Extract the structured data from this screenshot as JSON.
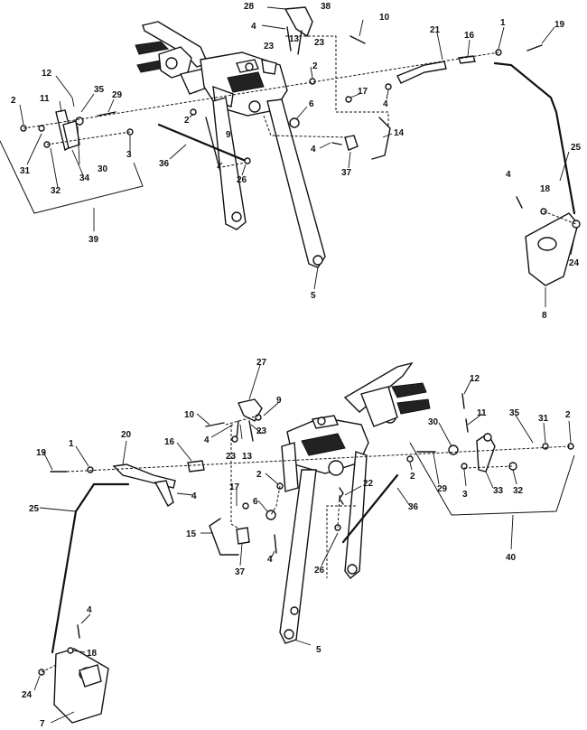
{
  "callouts_top": [
    {
      "id": "c-top-28",
      "text": "28"
    },
    {
      "id": "c-top-38",
      "text": "38"
    },
    {
      "id": "c-top-10",
      "text": "10"
    },
    {
      "id": "c-top-4a",
      "text": "4"
    },
    {
      "id": "c-top-13",
      "text": "13"
    },
    {
      "id": "c-top-23a",
      "text": "23"
    },
    {
      "id": "c-top-23b",
      "text": "23"
    },
    {
      "id": "c-top-21",
      "text": "21"
    },
    {
      "id": "c-top-16",
      "text": "16"
    },
    {
      "id": "c-top-1",
      "text": "1"
    },
    {
      "id": "c-top-19",
      "text": "19"
    },
    {
      "id": "c-top-12",
      "text": "12"
    },
    {
      "id": "c-top-2a",
      "text": "2"
    },
    {
      "id": "c-top-17",
      "text": "17"
    },
    {
      "id": "c-top-4b",
      "text": "4"
    },
    {
      "id": "c-top-35",
      "text": "35"
    },
    {
      "id": "c-top-11",
      "text": "11"
    },
    {
      "id": "c-top-29",
      "text": "29"
    },
    {
      "id": "c-top-2b",
      "text": "2"
    },
    {
      "id": "c-top-2c",
      "text": "2"
    },
    {
      "id": "c-top-6",
      "text": "6"
    },
    {
      "id": "c-top-14",
      "text": "14"
    },
    {
      "id": "c-top-9",
      "text": "9"
    },
    {
      "id": "c-top-3",
      "text": "3"
    },
    {
      "id": "c-top-4c",
      "text": "4"
    },
    {
      "id": "c-top-37",
      "text": "37"
    },
    {
      "id": "c-top-31",
      "text": "31"
    },
    {
      "id": "c-top-30",
      "text": "30"
    },
    {
      "id": "c-top-34",
      "text": "34"
    },
    {
      "id": "c-top-32",
      "text": "32"
    },
    {
      "id": "c-top-36",
      "text": "36"
    },
    {
      "id": "c-top-26",
      "text": "26"
    },
    {
      "id": "c-top-25",
      "text": "25"
    },
    {
      "id": "c-top-4d",
      "text": "4"
    },
    {
      "id": "c-top-18",
      "text": "18"
    },
    {
      "id": "c-top-39",
      "text": "39"
    },
    {
      "id": "c-top-24",
      "text": "24"
    },
    {
      "id": "c-top-5",
      "text": "5"
    },
    {
      "id": "c-top-8",
      "text": "8"
    }
  ],
  "callouts_bottom": [
    {
      "id": "c-bot-27",
      "text": "27"
    },
    {
      "id": "c-bot-12",
      "text": "12"
    },
    {
      "id": "c-bot-9",
      "text": "9"
    },
    {
      "id": "c-bot-10",
      "text": "10"
    },
    {
      "id": "c-bot-4a",
      "text": "4"
    },
    {
      "id": "c-bot-11",
      "text": "11"
    },
    {
      "id": "c-bot-23a",
      "text": "23"
    },
    {
      "id": "c-bot-13",
      "text": "13"
    },
    {
      "id": "c-bot-23b",
      "text": "23"
    },
    {
      "id": "c-bot-30",
      "text": "30"
    },
    {
      "id": "c-bot-35",
      "text": "35"
    },
    {
      "id": "c-bot-31",
      "text": "31"
    },
    {
      "id": "c-bot-2a",
      "text": "2"
    },
    {
      "id": "c-bot-1",
      "text": "1"
    },
    {
      "id": "c-bot-20",
      "text": "20"
    },
    {
      "id": "c-bot-16",
      "text": "16"
    },
    {
      "id": "c-bot-19",
      "text": "19"
    },
    {
      "id": "c-bot-2b",
      "text": "2"
    },
    {
      "id": "c-bot-29",
      "text": "29"
    },
    {
      "id": "c-bot-3",
      "text": "3"
    },
    {
      "id": "c-bot-33",
      "text": "33"
    },
    {
      "id": "c-bot-32",
      "text": "32"
    },
    {
      "id": "c-bot-2c",
      "text": "2"
    },
    {
      "id": "c-bot-22",
      "text": "22"
    },
    {
      "id": "c-bot-4b",
      "text": "4"
    },
    {
      "id": "c-bot-17",
      "text": "17"
    },
    {
      "id": "c-bot-6",
      "text": "6"
    },
    {
      "id": "c-bot-36",
      "text": "36"
    },
    {
      "id": "c-bot-25",
      "text": "25"
    },
    {
      "id": "c-bot-15",
      "text": "15"
    },
    {
      "id": "c-bot-4c",
      "text": "4"
    },
    {
      "id": "c-bot-37",
      "text": "37"
    },
    {
      "id": "c-bot-26",
      "text": "26"
    },
    {
      "id": "c-bot-40",
      "text": "40"
    },
    {
      "id": "c-bot-4d",
      "text": "4"
    },
    {
      "id": "c-bot-18",
      "text": "18"
    },
    {
      "id": "c-bot-5",
      "text": "5"
    },
    {
      "id": "c-bot-24",
      "text": "24"
    },
    {
      "id": "c-bot-7",
      "text": "7"
    }
  ]
}
